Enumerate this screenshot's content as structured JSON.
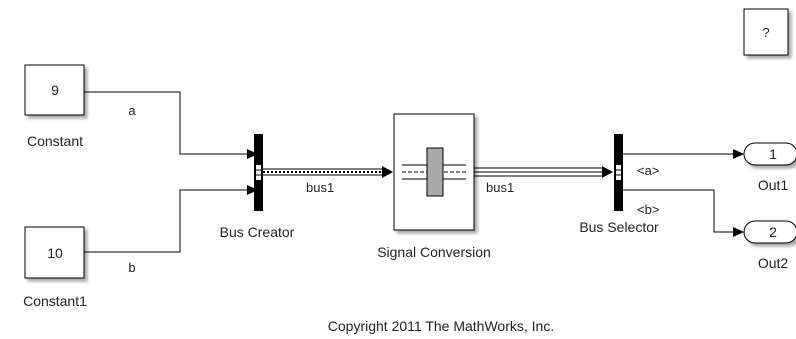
{
  "blocks": {
    "constant": {
      "value": "9",
      "name": "Constant"
    },
    "constant1": {
      "value": "10",
      "name": "Constant1"
    },
    "bus_creator": {
      "name": "Bus Creator"
    },
    "signal_conversion": {
      "name": "Signal Conversion"
    },
    "bus_selector": {
      "name": "Bus Selector"
    },
    "out1": {
      "port": "1",
      "name": "Out1"
    },
    "out2": {
      "port": "2",
      "name": "Out2"
    },
    "help": {
      "label": "?"
    }
  },
  "signals": {
    "a": "a",
    "b": "b",
    "bus1_in": "bus1",
    "bus1_out": "bus1",
    "sel_a": "<a>",
    "sel_b": "<b>"
  },
  "footer": {
    "copyright": "Copyright 2011 The MathWorks, Inc."
  }
}
